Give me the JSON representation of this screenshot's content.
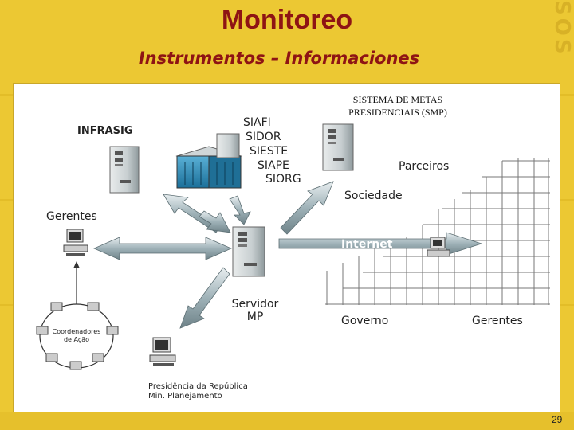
{
  "slide": {
    "title": "Monitoreo",
    "subtitle": "Instrumentos – Informaciones",
    "page_number": "29",
    "watermark": "SOS"
  },
  "diagram": {
    "smp_line1": "SISTEMA DE METAS",
    "smp_line2": "PRESIDENCIAIS (SMP)",
    "infrasig": "INFRASIG",
    "systems": [
      "SIAFI",
      "SIDOR",
      "SIESTE",
      "SIAPE",
      "SIORG"
    ],
    "parceiros": "Parceiros",
    "sociedade": "Sociedade",
    "gerentes_left": "Gerentes",
    "internet": "Internet",
    "servidor_line1": "Servidor",
    "servidor_line2": "MP",
    "governo": "Governo",
    "gerentes_right": "Gerentes",
    "coordenadores_line1": "Coordenadores",
    "coordenadores_line2": "de Ação",
    "presidencia_line1": "Presidência da República",
    "presidencia_line2": "Min. Planejamento"
  }
}
